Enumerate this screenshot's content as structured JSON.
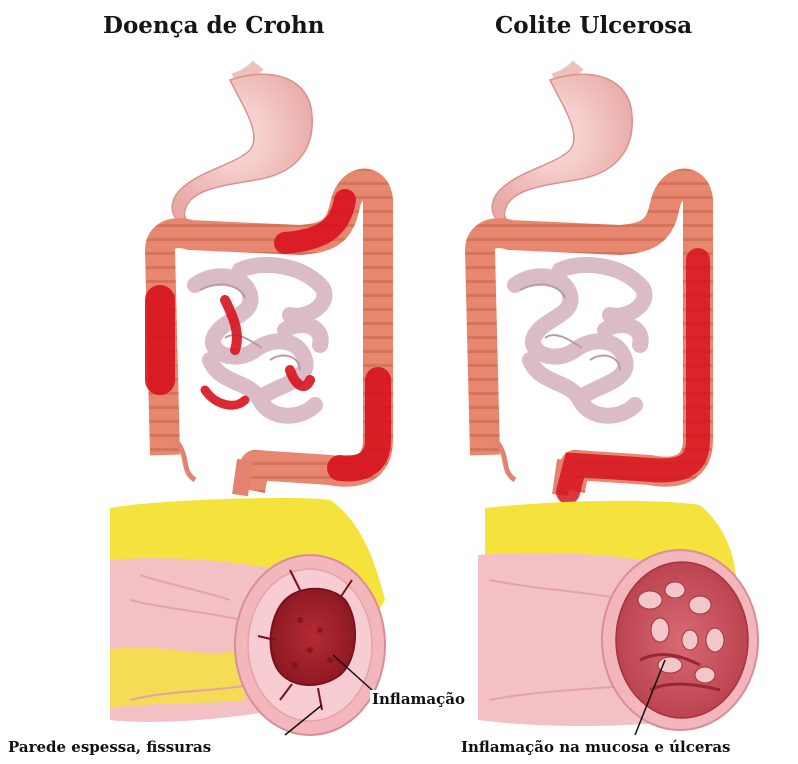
{
  "titles": {
    "left": "Doença de Crohn",
    "right": "Colite Ulcerosa"
  },
  "labels": {
    "inflammation": "Inflamação",
    "crohn_caption": "Parede espessa, fissuras",
    "colitis_caption": "Inflamação na mucosa e úlceras"
  },
  "colors": {
    "stomach": "#f4c6c2",
    "colon": "#e8876f",
    "small_intestine": "#d9bcc6",
    "inflamed": "#d8121e",
    "fat": "#f5e23c",
    "mucosa": "#f3b8bf"
  }
}
